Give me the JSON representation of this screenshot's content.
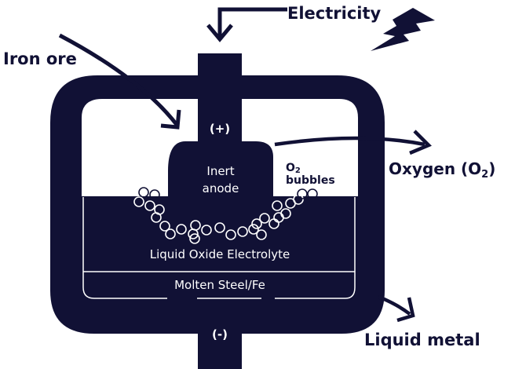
{
  "diagram": {
    "title": "Molten oxide electrolysis cell",
    "colors": {
      "primary": "#111135",
      "background": "#ffffff",
      "highlight": "#ffffff"
    },
    "labels": {
      "electricity": "Electricity",
      "iron_ore": "Iron ore",
      "oxygen": "Oxygen (O",
      "oxygen_sub": "2",
      "oxygen_close": ")",
      "liquid_metal": "Liquid metal",
      "anode_terminal": "(+)",
      "cathode_terminal": "(-)",
      "anode_line1": "Inert",
      "anode_line2": "anode",
      "bubbles_o": "O",
      "bubbles_sub": "2",
      "bubbles_word": "bubbles",
      "electrolyte": "Liquid Oxide Electrolyte",
      "molten_steel": "Molten Steel/Fe"
    },
    "icons": {
      "lightning": "lightning-bolt-icon"
    },
    "flows": [
      {
        "name": "electricity-input",
        "direction": "in",
        "target": "anode"
      },
      {
        "name": "iron-ore-input",
        "direction": "in",
        "target": "cell"
      },
      {
        "name": "oxygen-output",
        "direction": "out",
        "source": "electrolyte surface"
      },
      {
        "name": "liquid-metal-output",
        "direction": "out",
        "source": "cell bottom"
      }
    ]
  }
}
